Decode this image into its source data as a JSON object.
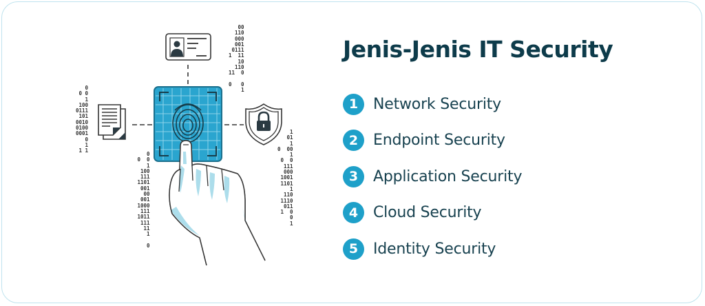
{
  "title": "Jenis-Jenis IT Security",
  "items": [
    {
      "number": "1",
      "label": "Network Security"
    },
    {
      "number": "2",
      "label": "Endpoint Security"
    },
    {
      "number": "3",
      "label": "Application Security"
    },
    {
      "number": "4",
      "label": "Cloud Security"
    },
    {
      "number": "5",
      "label": "Identity Security"
    }
  ],
  "illustration": {
    "icons": [
      "id-card-icon",
      "document-icon",
      "fingerprint-scanner-icon",
      "shield-lock-icon",
      "hand-icon"
    ],
    "binary_top_right": "   00\n  110\n000\n001\n0111\n1  11\n  10\n110\n11  0\n\n0   0\n1",
    "binary_left": "0\n0 0\n  1\n100\n0111\n 101\n0010\n0100\n0001\n  0\n   1\n1 1",
    "binary_bottom_left": "   0\n0  0\n   1\n100\n  111\n1101\n001\n   00\n  001\n1000\n111\n1011\n 111\n  11\n  1\n\n   0",
    "binary_right": "    1\n   01\n   1\n0  00\n   1\n0  0\n  111\n  000\n1001\n1101\n    1\n  110\n1110\n011\n1  0\n   0\n   1"
  },
  "colors": {
    "accent": "#1ea0c9",
    "title": "#0d3b4a",
    "text": "#17414f",
    "scanner": "#2aa5cf",
    "hand_shadow": "#a8dcea",
    "border": "#bfe3ee"
  }
}
